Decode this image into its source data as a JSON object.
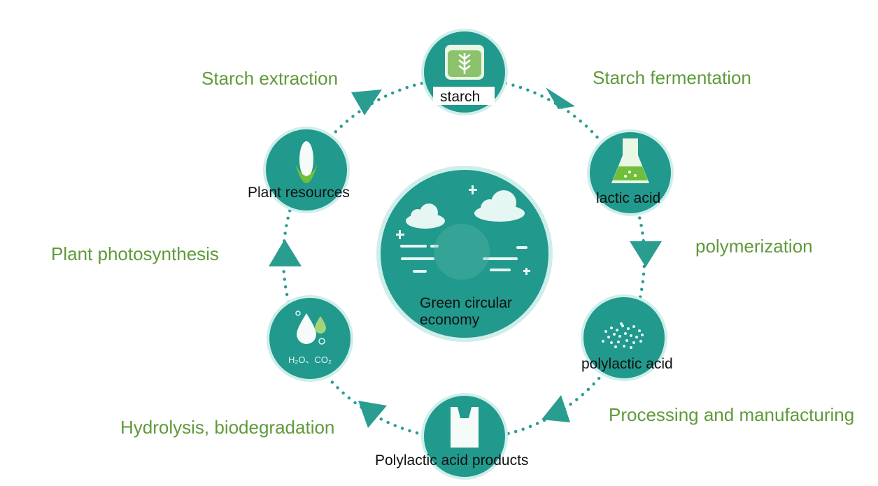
{
  "theme": {
    "teal": "#2a9d91",
    "teal_dark": "#1f8a80",
    "step_green": "#5f9a3a"
  },
  "center": {
    "label": "Green circular economy",
    "icon": "clouds-icon"
  },
  "nodes": [
    {
      "label": "starch",
      "icon": "grain-sack-icon"
    },
    {
      "label": "lactic acid",
      "icon": "flask-icon"
    },
    {
      "label": "polylactic acid",
      "icon": "pellets-icon"
    },
    {
      "label": "Polylactic acid products",
      "icon": "bag-icon"
    },
    {
      "label": "H₂O、CO₂",
      "icon": "water-drop-icon"
    },
    {
      "label": "Plant resources",
      "icon": "corn-icon"
    }
  ],
  "steps": [
    {
      "label": "Starch fermentation"
    },
    {
      "label": "polymerization"
    },
    {
      "label": "Processing and manufacturing"
    },
    {
      "label": "Hydrolysis, biodegradation"
    },
    {
      "label": "Plant photosynthesis"
    },
    {
      "label": "Starch extraction"
    }
  ]
}
